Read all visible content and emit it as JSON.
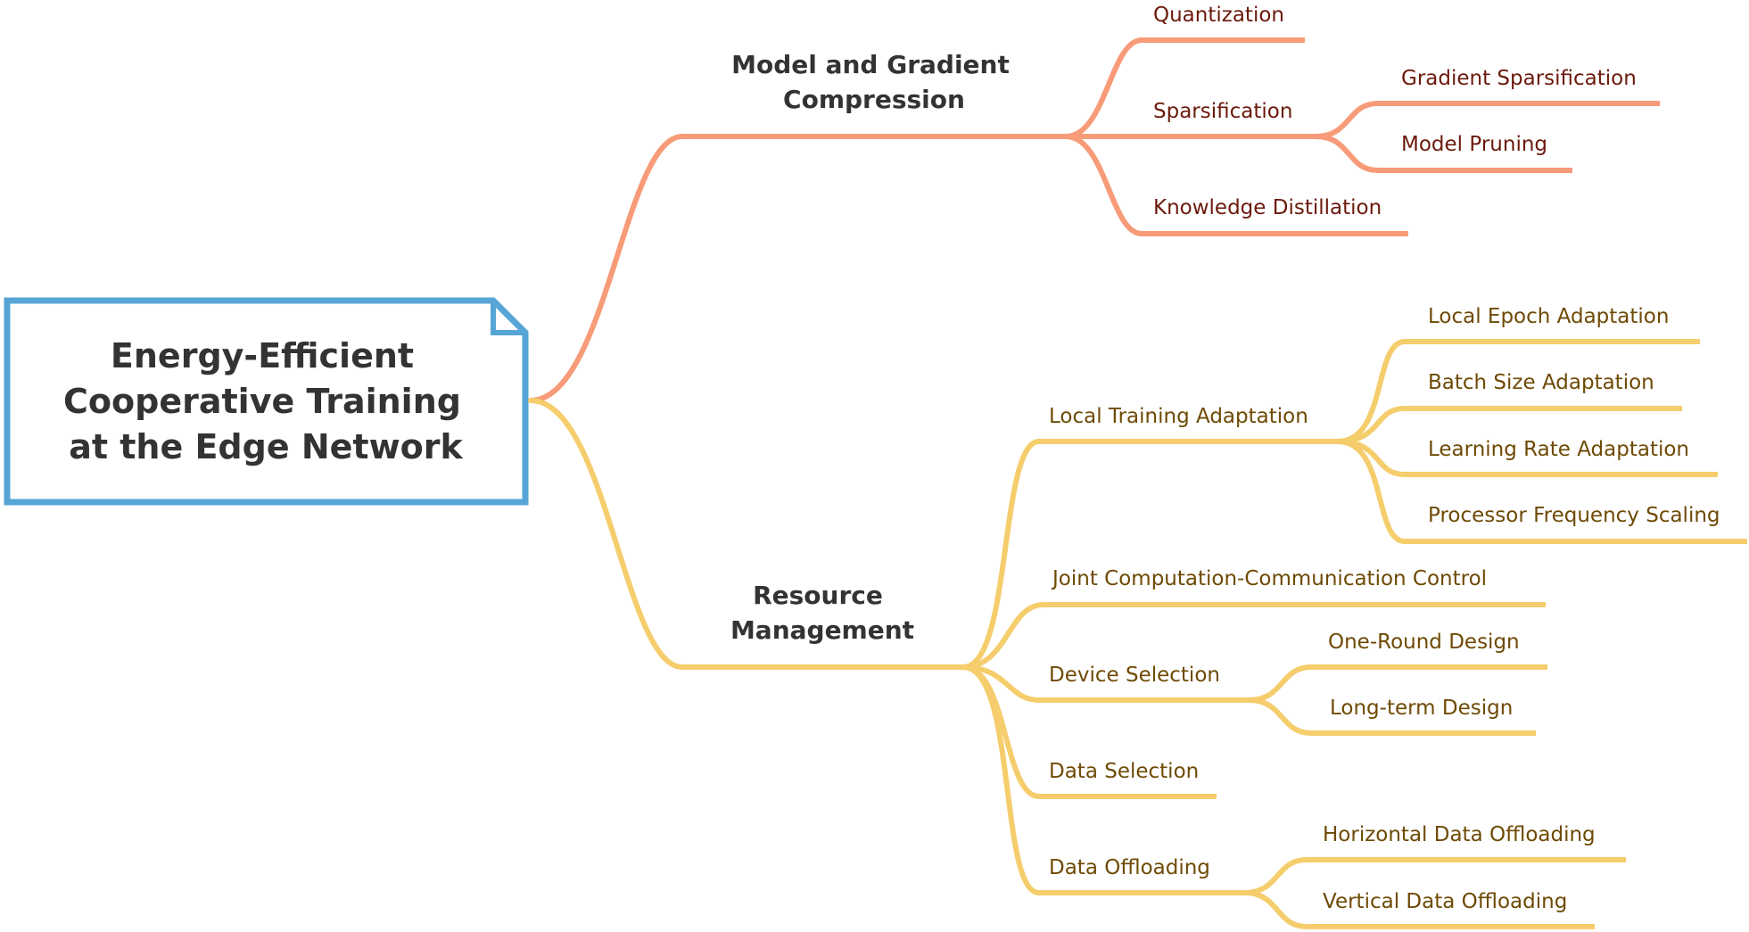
{
  "root": {
    "lines": [
      "Energy-Efficient",
      "Cooperative Training",
      "at the Edge Network"
    ]
  },
  "branches": {
    "compression": {
      "lines": [
        "Model and Gradient",
        "Compression"
      ],
      "quantization": "Quantization",
      "sparsification": "Sparsification",
      "gradient_sparsification": "Gradient Sparsification",
      "model_pruning": "Model Pruning",
      "knowledge_distillation": "Knowledge Distillation"
    },
    "resource": {
      "lines": [
        "Resource",
        "Management"
      ],
      "local_training_adaptation": "Local Training Adaptation",
      "local_epoch_adaptation": "Local Epoch Adaptation",
      "batch_size_adaptation": "Batch Size Adaptation",
      "learning_rate_adaptation": "Learning Rate Adaptation",
      "processor_frequency_scaling": "Processor Frequency Scaling",
      "joint_control": "Joint Computation-Communication Control",
      "device_selection": "Device Selection",
      "one_round_design": "One-Round Design",
      "long_term_design": "Long-term Design",
      "data_selection": "Data Selection",
      "data_offloading": "Data Offloading",
      "horizontal_offloading": "Horizontal Data Offloading",
      "vertical_offloading": "Vertical Data Offloading"
    }
  },
  "colors": {
    "root_border": "#56a5d6",
    "compression_branch": "#f79b78",
    "resource_branch": "#f5cd6c",
    "compression_text": "#6b1a0c",
    "resource_text": "#6e4a05",
    "heading_text": "#333333"
  }
}
